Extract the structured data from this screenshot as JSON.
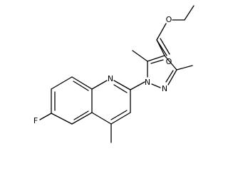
{
  "atom_labels": {
    "fluorine": "F",
    "quinoline_nitrogen": "N",
    "pyrazole_n1": "N",
    "pyrazole_n2": "N",
    "carbonyl_oxygen": "O",
    "ester_oxygen": "O"
  },
  "colors": {
    "bond": "#000000",
    "label": "#000000",
    "background": "#ffffff"
  }
}
